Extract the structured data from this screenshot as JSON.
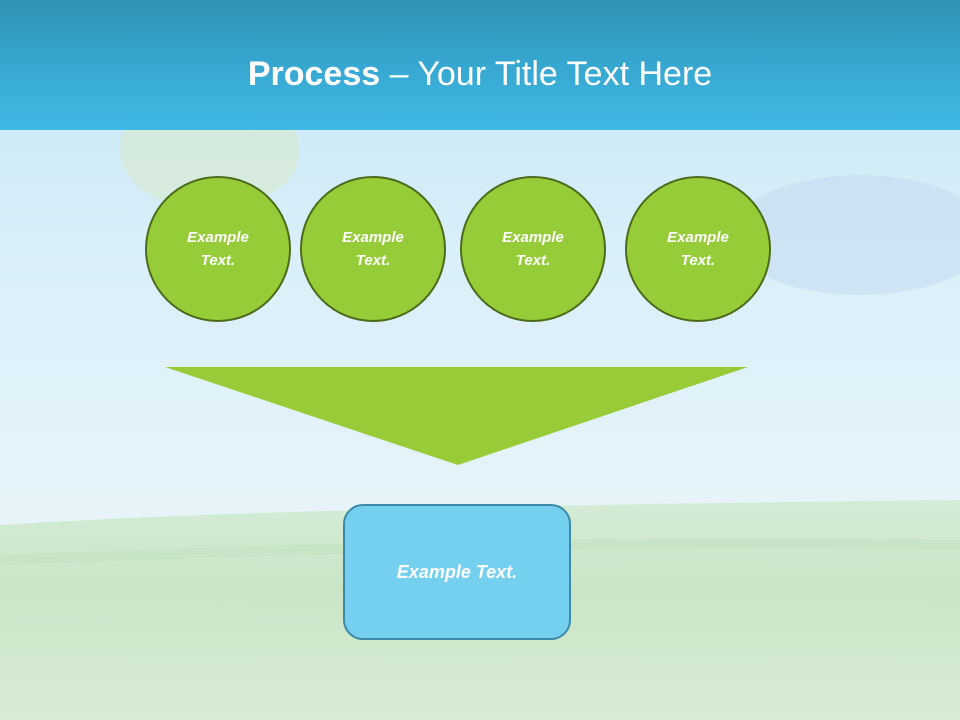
{
  "slide": {
    "title_bold": "Process",
    "title_rest": " – Your Title Text Here"
  },
  "circles": [
    {
      "text": "Example Text."
    },
    {
      "text": "Example Text."
    },
    {
      "text": "Example Text."
    },
    {
      "text": "Example Text."
    }
  ],
  "result": {
    "text": "Example Text."
  },
  "colors": {
    "title_band": "#37a9d3",
    "circle_fill": "#96cc38",
    "circle_border": "#4e6a1b",
    "funnel_fill": "#98cb37",
    "result_fill": "#75d0ef",
    "result_border": "#3e8aa6"
  }
}
